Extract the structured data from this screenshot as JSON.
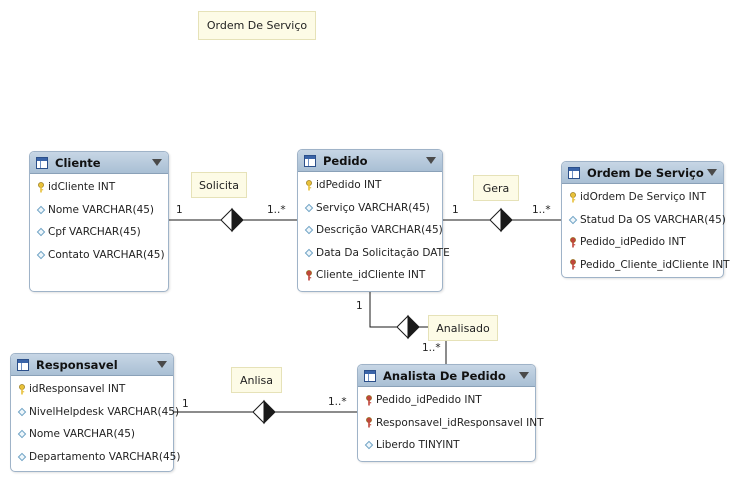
{
  "title_note": "Ordem De Serviço",
  "relationship_notes": {
    "solicita": "Solicita",
    "gera": "Gera",
    "analisado": "Analisado",
    "anlisa": "Anlisa"
  },
  "cardinalities": {
    "cliente_pedido_one": "1",
    "cliente_pedido_many": "1..*",
    "pedido_ordem_one": "1",
    "pedido_ordem_many": "1..*",
    "pedido_analista_one": "1",
    "pedido_analista_many": "1..*",
    "responsavel_analista_one": "1",
    "responsavel_analista_many": "1..*"
  },
  "entities": {
    "cliente": {
      "title": "Cliente",
      "columns": [
        {
          "text": "idCliente INT",
          "kind": "pk"
        },
        {
          "text": "Nome VARCHAR(45)",
          "kind": "col"
        },
        {
          "text": "Cpf VARCHAR(45)",
          "kind": "col"
        },
        {
          "text": "Contato VARCHAR(45)",
          "kind": "col"
        }
      ]
    },
    "pedido": {
      "title": "Pedido",
      "columns": [
        {
          "text": "idPedido INT",
          "kind": "pk"
        },
        {
          "text": "Serviço VARCHAR(45)",
          "kind": "col"
        },
        {
          "text": "Descrição VARCHAR(45)",
          "kind": "col"
        },
        {
          "text": "Data Da Solicitação DATE",
          "kind": "col"
        },
        {
          "text": "Cliente_idCliente INT",
          "kind": "fk"
        }
      ]
    },
    "ordem": {
      "title": "Ordem De Serviço",
      "columns": [
        {
          "text": "idOrdem De Serviço INT",
          "kind": "pk"
        },
        {
          "text": "Statud Da OS VARCHAR(45)",
          "kind": "col"
        },
        {
          "text": "Pedido_idPedido INT",
          "kind": "fk"
        },
        {
          "text": "Pedido_Cliente_idCliente INT",
          "kind": "fk"
        }
      ]
    },
    "responsavel": {
      "title": "Responsavel",
      "columns": [
        {
          "text": "idResponsavel INT",
          "kind": "pk"
        },
        {
          "text": "NivelHelpdesk VARCHAR(45)",
          "kind": "col"
        },
        {
          "text": "Nome VARCHAR(45)",
          "kind": "col"
        },
        {
          "text": "Departamento VARCHAR(45)",
          "kind": "col"
        }
      ]
    },
    "analista": {
      "title": "Analista De Pedido",
      "columns": [
        {
          "text": "Pedido_idPedido INT",
          "kind": "fk"
        },
        {
          "text": "Responsavel_idResponsavel INT",
          "kind": "fk"
        },
        {
          "text": "Liberdo TINYINT",
          "kind": "col"
        }
      ]
    }
  },
  "colors": {
    "header_top": "#c7d6e5",
    "header_bottom": "#a9bfd4",
    "note_bg": "#fdfbe6",
    "pk_key": "#e8c13a",
    "fk_key": "#c0463c",
    "column_marker": "#6fa2c4"
  },
  "icons": {
    "table": "table-icon",
    "pk": "key-icon",
    "fk": "foreign-key-icon",
    "column": "column-diamond-icon",
    "menu": "chevron-down-icon"
  }
}
